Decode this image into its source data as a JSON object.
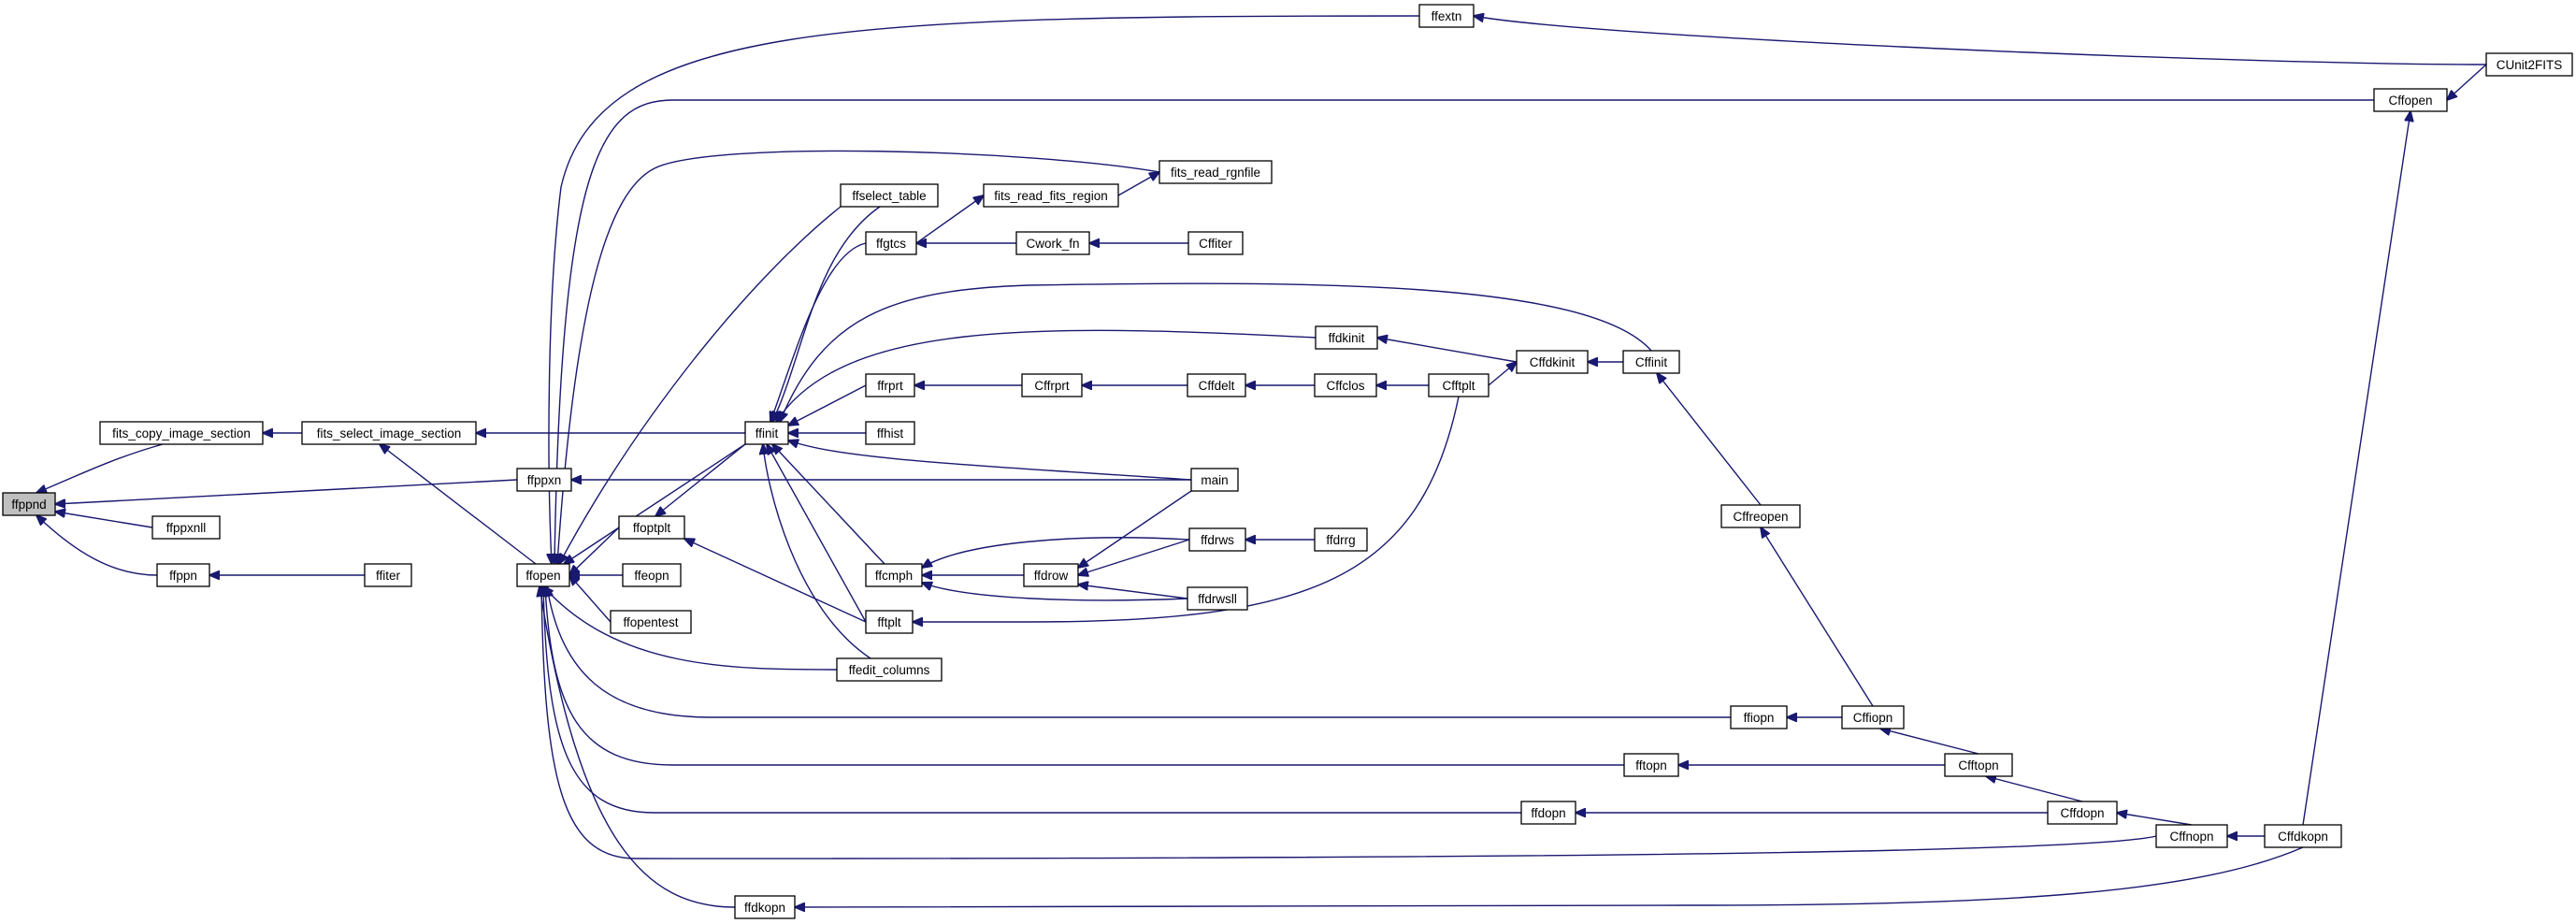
{
  "colors": {
    "edge": "#191970",
    "node_border": "#000000",
    "highlight_fill": "#bfbfbf",
    "background": "#ffffff"
  },
  "nodes": {
    "ffppnd": "ffppnd",
    "fits_copy_image_section": "fits_copy_image_section",
    "fits_select_image_section": "fits_select_image_section",
    "ffppxnll": "ffppxnll",
    "ffppn": "ffppn",
    "ffiter": "ffiter",
    "ffppxn": "ffppxn",
    "ffopen": "ffopen",
    "ffoptplt": "ffoptplt",
    "ffeopn": "ffeopn",
    "ffopentest": "ffopentest",
    "ffinit": "ffinit",
    "ffextn": "ffextn",
    "CUnit2FITS": "CUnit2FITS",
    "Cffopen": "Cffopen",
    "fits_read_rgnfile": "fits_read_rgnfile",
    "fits_read_fits_region": "fits_read_fits_region",
    "ffselect_table": "ffselect_table",
    "ffgtcs": "ffgtcs",
    "Cwork_fn": "Cwork_fn",
    "Cffiter": "Cffiter",
    "ffdkinit": "ffdkinit",
    "Cffdkinit": "Cffdkinit",
    "Cffinit": "Cffinit",
    "ffrprt": "ffrprt",
    "Cffrprt": "Cffrprt",
    "Cffdelt": "Cffdelt",
    "Cffclos": "Cffclos",
    "Cfftplt": "Cfftplt",
    "ffhist": "ffhist",
    "main": "main",
    "Cffreopen": "Cffreopen",
    "ffcmph": "ffcmph",
    "ffdrow": "ffdrow",
    "ffdrws": "ffdrws",
    "ffdrrg": "ffdrrg",
    "ffdrwsll": "ffdrwsll",
    "fftplt": "fftplt",
    "ffedit_columns": "ffedit_columns",
    "ffiopn": "ffiopn",
    "Cffiopn": "Cffiopn",
    "fftopn": "fftopn",
    "Cfftopn": "Cfftopn",
    "ffdopn": "ffdopn",
    "Cffdopn": "Cffdopn",
    "Cffnopn": "Cffnopn",
    "Cffdkopn": "Cffdkopn",
    "ffdkopn": "ffdkopn"
  },
  "edges": [
    [
      "fits_copy_image_section",
      "ffppnd"
    ],
    [
      "ffppxn",
      "ffppnd"
    ],
    [
      "ffppxnll",
      "ffppnd"
    ],
    [
      "ffppn",
      "ffppnd"
    ],
    [
      "fits_select_image_section",
      "fits_copy_image_section"
    ],
    [
      "ffiter",
      "ffppn"
    ],
    [
      "ffinit",
      "fits_select_image_section"
    ],
    [
      "ffopen",
      "fits_select_image_section"
    ],
    [
      "main",
      "ffppxn"
    ],
    [
      "ffextn",
      "ffopen"
    ],
    [
      "Cffopen",
      "ffopen"
    ],
    [
      "fits_read_rgnfile",
      "ffopen"
    ],
    [
      "ffselect_table",
      "ffopen"
    ],
    [
      "ffinit",
      "ffopen"
    ],
    [
      "ffoptplt",
      "ffopen"
    ],
    [
      "ffeopn",
      "ffopen"
    ],
    [
      "ffopentest",
      "ffopen"
    ],
    [
      "ffedit_columns",
      "ffopen"
    ],
    [
      "ffiopn",
      "ffopen"
    ],
    [
      "fftopn",
      "ffopen"
    ],
    [
      "ffdopn",
      "ffopen"
    ],
    [
      "Cffnopn",
      "ffopen"
    ],
    [
      "ffdkopn",
      "ffopen"
    ],
    [
      "CUnit2FITS",
      "ffextn"
    ],
    [
      "CUnit2FITS",
      "Cffopen"
    ],
    [
      "Cffdkopn",
      "Cffopen"
    ],
    [
      "fits_read_fits_region",
      "fits_read_rgnfile"
    ],
    [
      "ffgtcs",
      "fits_read_fits_region"
    ],
    [
      "Cwork_fn",
      "ffgtcs"
    ],
    [
      "Cffiter",
      "Cwork_fn"
    ],
    [
      "ffinit",
      "ffoptplt"
    ],
    [
      "fftplt",
      "ffoptplt"
    ],
    [
      "ffgtcs",
      "ffinit"
    ],
    [
      "ffselect_table",
      "ffinit"
    ],
    [
      "ffdkinit",
      "ffinit"
    ],
    [
      "Cffinit",
      "ffinit"
    ],
    [
      "ffrprt",
      "ffinit"
    ],
    [
      "ffhist",
      "ffinit"
    ],
    [
      "main",
      "ffinit"
    ],
    [
      "ffcmph",
      "ffinit"
    ],
    [
      "fftplt",
      "ffinit"
    ],
    [
      "ffedit_columns",
      "ffinit"
    ],
    [
      "Cffdkinit",
      "ffdkinit"
    ],
    [
      "Cffinit",
      "Cffdkinit"
    ],
    [
      "Cfftplt",
      "Cffdkinit"
    ],
    [
      "Cffrprt",
      "ffrprt"
    ],
    [
      "Cffdelt",
      "Cffrprt"
    ],
    [
      "Cffclos",
      "Cffdelt"
    ],
    [
      "Cfftplt",
      "Cffclos"
    ],
    [
      "Cfftplt",
      "fftplt"
    ],
    [
      "ffdrow",
      "ffcmph"
    ],
    [
      "ffdrws",
      "ffcmph"
    ],
    [
      "ffdrwsll",
      "ffcmph"
    ],
    [
      "main",
      "ffdrow"
    ],
    [
      "ffdrws",
      "ffdrow"
    ],
    [
      "ffdrwsll",
      "ffdrow"
    ],
    [
      "ffdrrg",
      "ffdrws"
    ],
    [
      "Cffreopen",
      "Cffinit"
    ],
    [
      "Cffiopn",
      "Cffreopen"
    ],
    [
      "Cffiopn",
      "ffiopn"
    ],
    [
      "Cfftopn",
      "Cffiopn"
    ],
    [
      "Cfftopn",
      "fftopn"
    ],
    [
      "Cffdopn",
      "Cfftopn"
    ],
    [
      "Cffdopn",
      "ffdopn"
    ],
    [
      "Cffnopn",
      "Cffdopn"
    ],
    [
      "Cffdkopn",
      "Cffnopn"
    ],
    [
      "Cffdkopn",
      "ffdkopn"
    ]
  ]
}
